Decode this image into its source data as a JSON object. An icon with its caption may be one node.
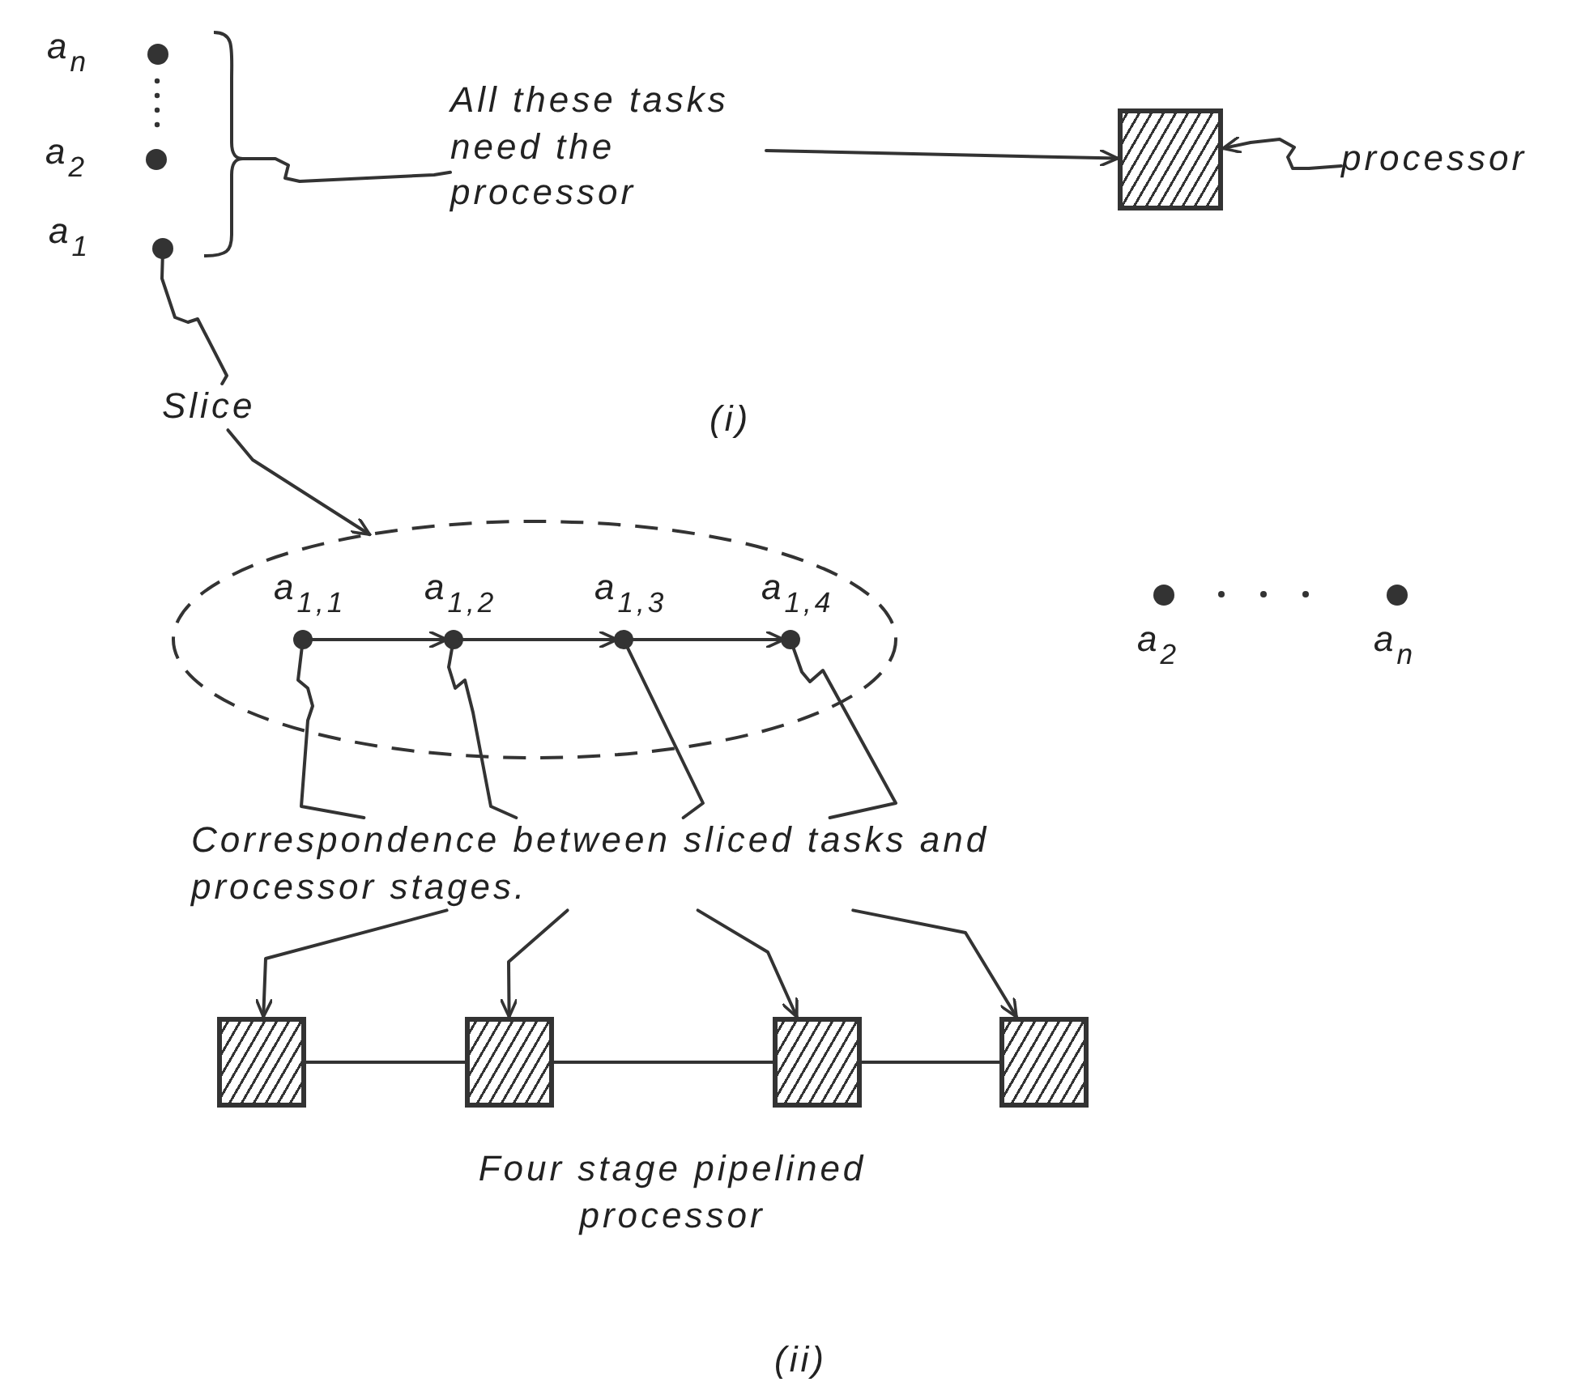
{
  "diagram": {
    "nodes": [
      {
        "text": [
          "All these tasks need the processor"
        ]
      },
      {
        "text": [],
        "shape": "box"
      },
      {
        "text": [
          "processor"
        ]
      },
      {
        "text": [],
        "shape": "circle",
        "beside": [
          "a$_{n}$"
        ]
      },
      {
        "text": [],
        "shape": "circle",
        "beside": [
          "a$_{2}$"
        ]
      },
      {
        "text": [],
        "shape": "circle",
        "beside": [
          "a$_{1}$"
        ]
      },
      {
        "text": [
          "Slice"
        ]
      },
      {
        "text": [],
        "shape": "ellipse"
      },
      {
        "text": [],
        "shape": "circle",
        "in": 7,
        "beside": [
          "a$_{1,1}$"
        ]
      },
      {
        "text": [],
        "shape": "circle",
        "in": 7,
        "beside": [
          "a$_{1,2}$"
        ]
      },
      {
        "text": [],
        "shape": "circle",
        "in": 7,
        "beside": [
          "a$_{1,3}$"
        ]
      },
      {
        "text": [],
        "shape": "circle",
        "in": 7,
        "beside": [
          "a$_{1,4}$"
        ]
      },
      {
        "text": [],
        "shape": "circle",
        "beside": [
          "a$_{2}$"
        ]
      },
      {
        "text": [],
        "shape": "circle",
        "beside": [
          "a$_{n}$"
        ]
      },
      {
        "text": [
          "Correspondence between sliced tasks and processor stages."
        ]
      },
      {
        "text": [],
        "shape": "box"
      },
      {
        "text": [],
        "shape": "box"
      },
      {
        "text": [],
        "shape": "box"
      },
      {
        "text": [],
        "shape": "box"
      }
    ],
    "edges": [
      {
        "from": 0,
        "to": 1,
        "arrow": "to"
      },
      {
        "from": 2,
        "to": 1,
        "arrow": "to"
      },
      {
        "from": null,
        "to": 0,
        "arrow": "none"
      },
      {
        "from": 5,
        "to": 6,
        "arrow": "none"
      },
      {
        "from": 6,
        "to": 7,
        "arrow": "to"
      },
      {
        "from": 8,
        "to": 9,
        "arrow": "to"
      },
      {
        "from": 9,
        "to": 10,
        "arrow": "to"
      },
      {
        "from": 10,
        "to": 11,
        "arrow": "to"
      },
      {
        "from": 8,
        "to": 14,
        "arrow": "none"
      },
      {
        "from": 9,
        "to": 14,
        "arrow": "none"
      },
      {
        "from": 10,
        "to": 14,
        "arrow": "none"
      },
      {
        "from": 11,
        "to": 14,
        "arrow": "none"
      },
      {
        "from": 14,
        "to": 15,
        "arrow": "to"
      },
      {
        "from": 14,
        "to": 16,
        "arrow": "to"
      },
      {
        "from": 14,
        "to": 17,
        "arrow": "to"
      },
      {
        "from": 14,
        "to": 18,
        "arrow": "to"
      },
      {
        "from": 15,
        "to": 16,
        "arrow": "none"
      },
      {
        "from": 16,
        "to": 17,
        "arrow": "none"
      },
      {
        "from": 17,
        "to": 18,
        "arrow": "none"
      }
    ],
    "labels": [
      "(i)",
      "Four stage pipelined processor",
      "(ii)"
    ]
  }
}
